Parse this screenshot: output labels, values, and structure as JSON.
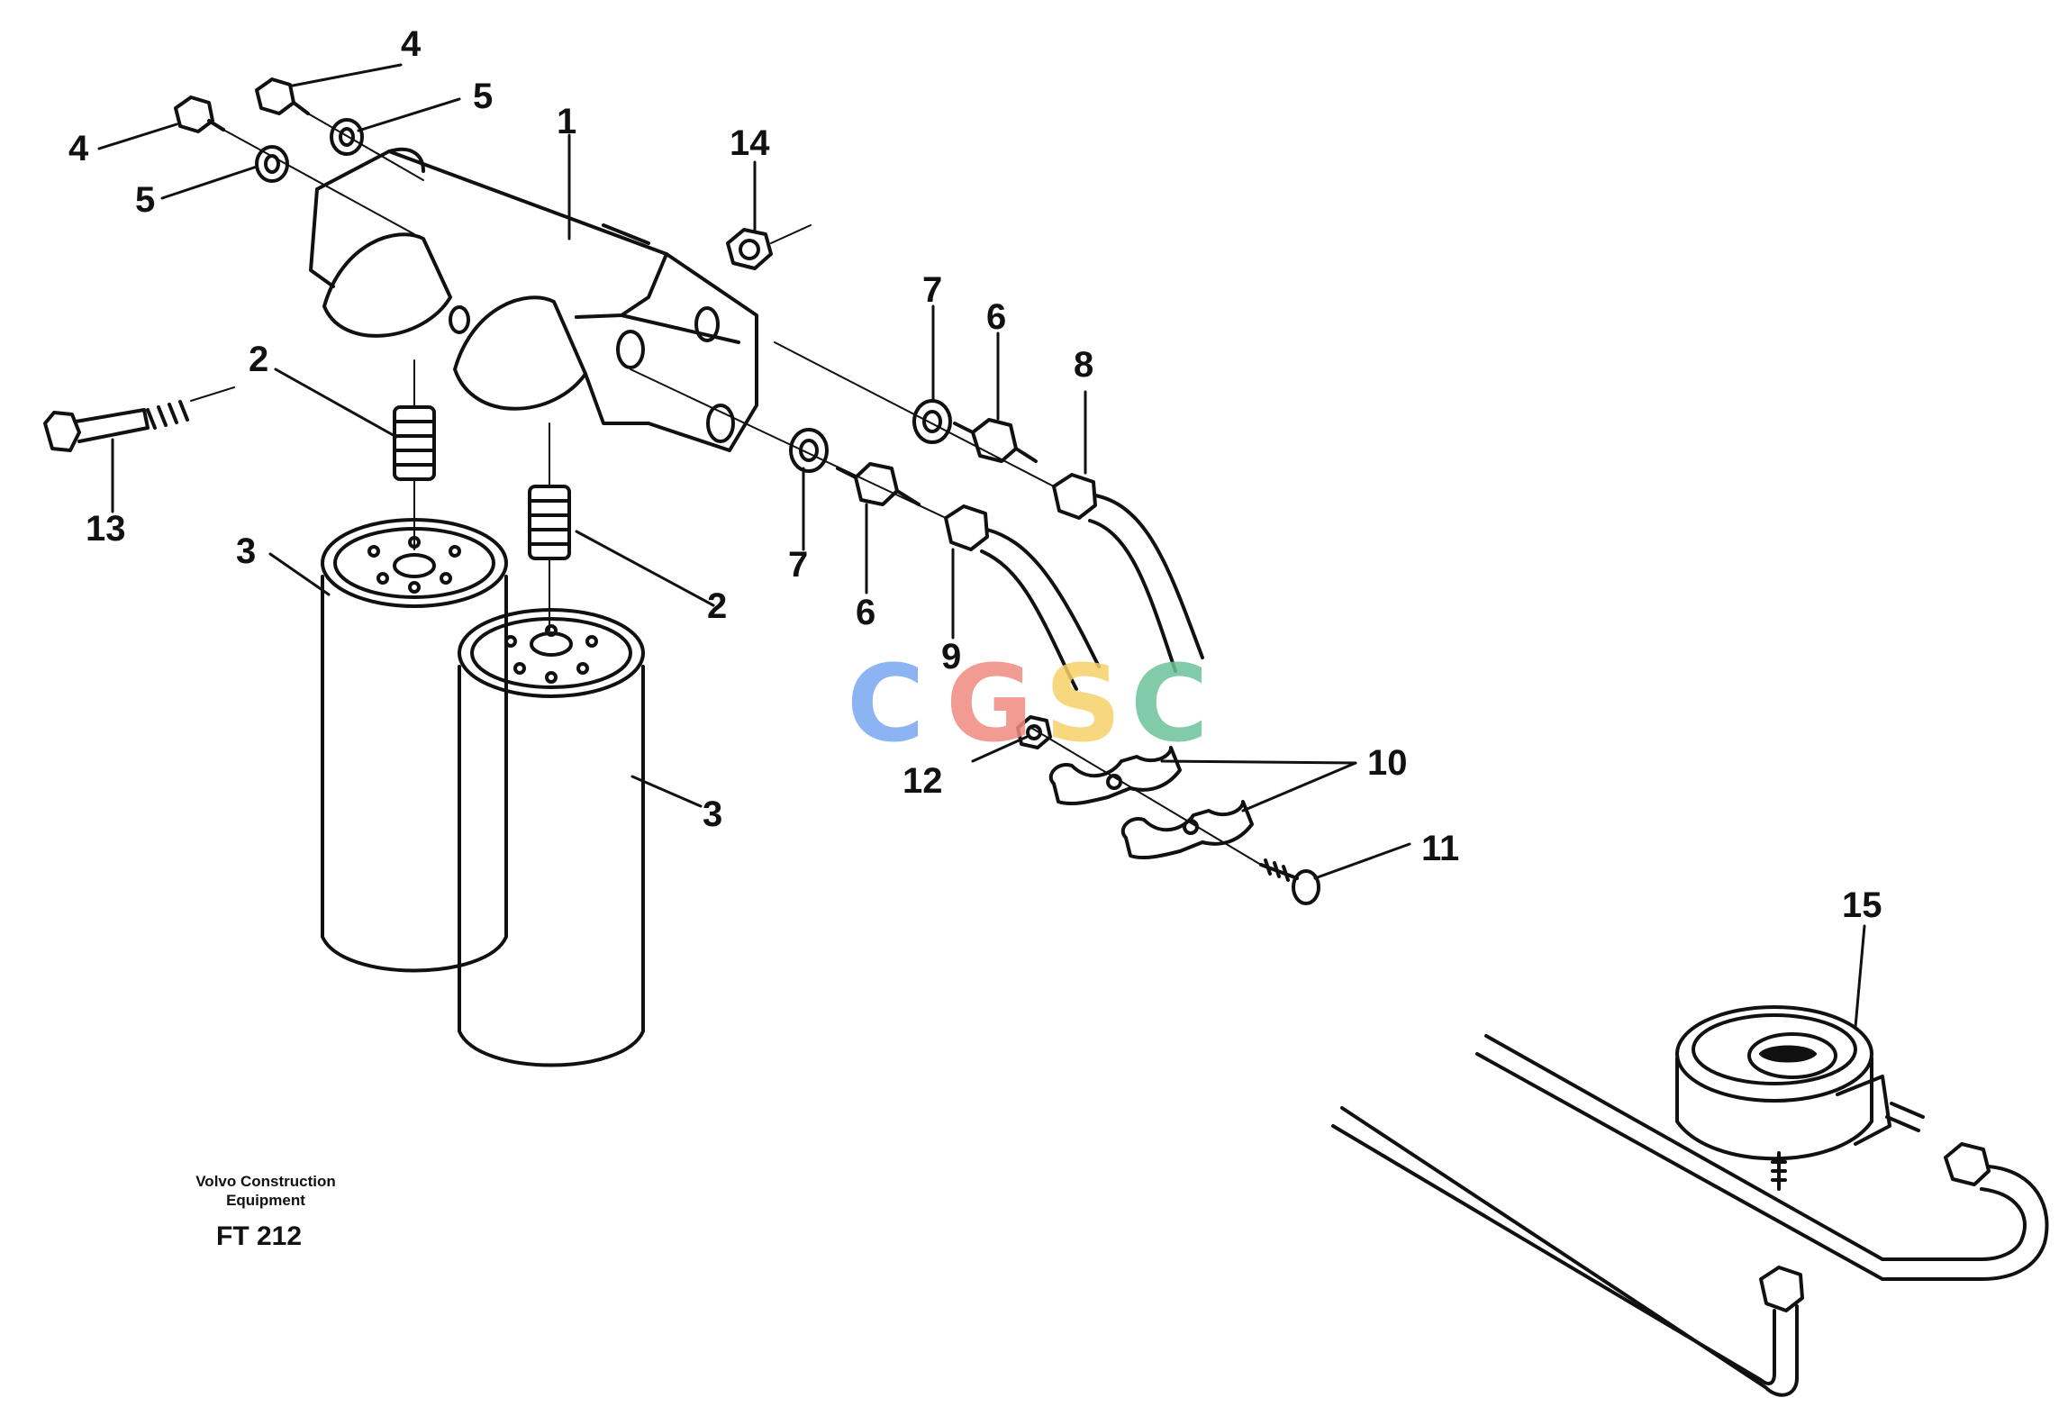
{
  "caption": {
    "line1": "Volvo Construction",
    "line2": "Equipment",
    "figure_code": "FT 212"
  },
  "watermark": {
    "letters": [
      "C",
      "G",
      "S",
      "C"
    ],
    "colors": [
      "#7aa7f0",
      "#f08a80",
      "#f7d268",
      "#6cc39a"
    ]
  },
  "callouts": {
    "n1": "1",
    "n2a": "2",
    "n2b": "2",
    "n3a": "3",
    "n3b": "3",
    "n4a": "4",
    "n4b": "4",
    "n5a": "5",
    "n5b": "5",
    "n6a": "6",
    "n6b": "6",
    "n7a": "7",
    "n7b": "7",
    "n8": "8",
    "n9": "9",
    "n10": "10",
    "n11": "11",
    "n12": "12",
    "n13": "13",
    "n14": "14",
    "n15": "15"
  },
  "colors": {
    "ink": "#111111",
    "paper": "#ffffff"
  }
}
